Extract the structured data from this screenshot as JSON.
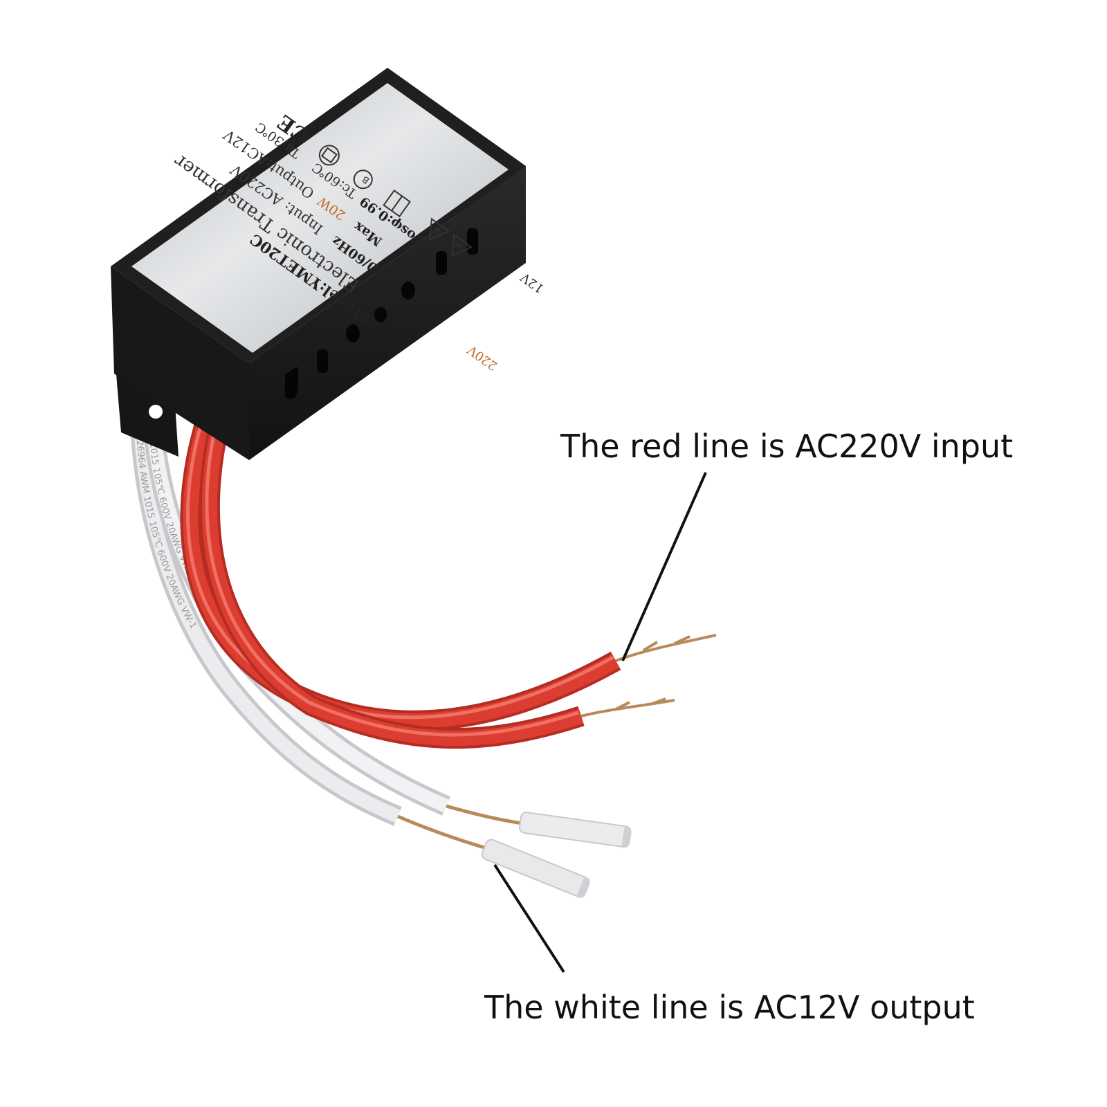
{
  "callouts": {
    "red": "The red line is AC220V input",
    "white": "The white line is AC12V output"
  },
  "transformer_label": {
    "title": "Electronic Transformer",
    "model": "Model:YMET20C",
    "input": "Input: AC220V",
    "frequency": "50/60Hz",
    "output": "Output:AC12V",
    "power": "20W",
    "power_suffix": "Max",
    "ta": "Ta:30℃",
    "tc": "Tc:60℃",
    "cos": "Cosφ:0.99",
    "side_12v": "12V",
    "side_220v": "220V",
    "ce": "CE"
  },
  "wire_print": {
    "white_a": "E326964 AWM 1015 105℃ 600V 20AWG VW-1",
    "white_b": "1015 105℃ 600V 20AWG VW-1 AWM"
  },
  "colors": {
    "red_wire": "#d63a2f",
    "white_wire": "#e6e6ea",
    "case": "#1c1c1c",
    "label_plate": "#d4d6d9",
    "copper": "#b88a5a",
    "accent_orange": "#c8642a"
  }
}
